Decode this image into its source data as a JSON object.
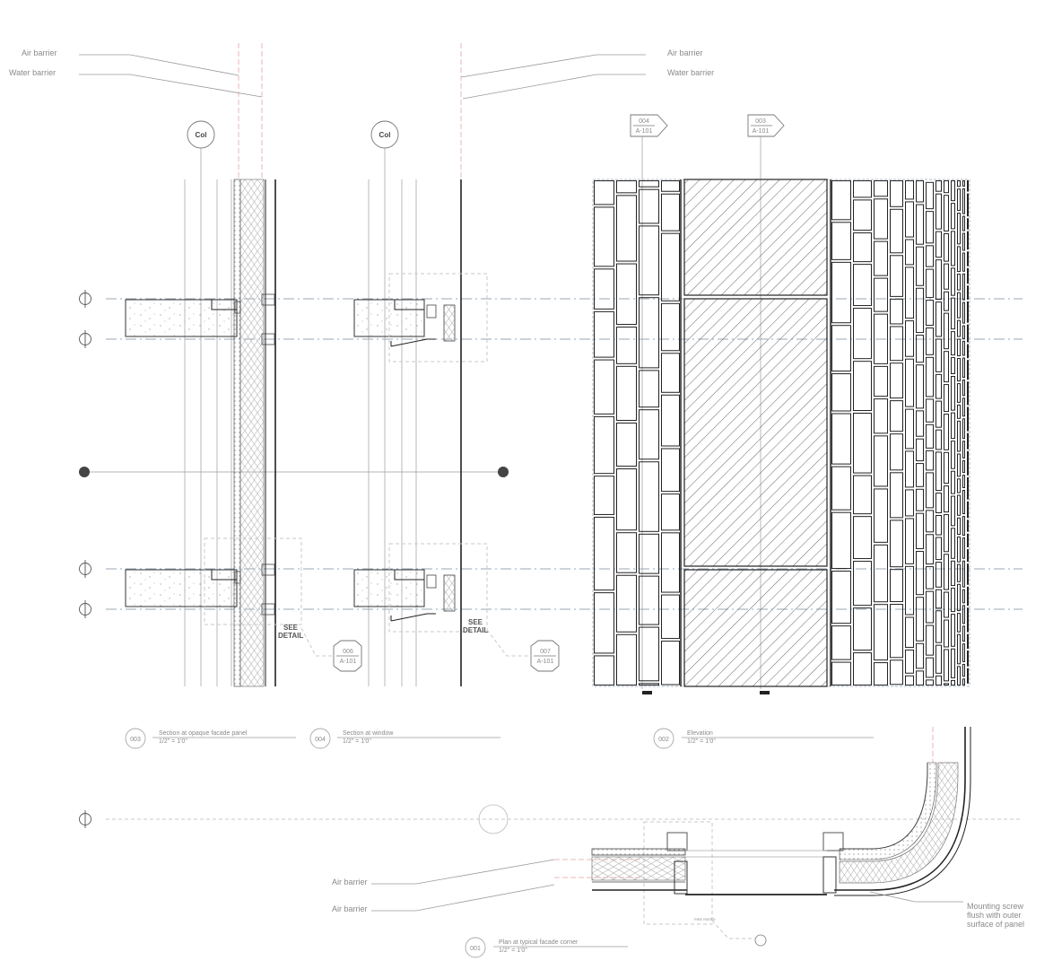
{
  "annotations": {
    "air_barrier": "Air barrier",
    "water_barrier": "Water barrier",
    "see_detail_line1": "SEE",
    "see_detail_line2": "DETAIL",
    "mounting_line1": "Mounting screw",
    "mounting_line2": "flush with outer",
    "mounting_line3": "surface of panel",
    "plan_small_note": "FIRE RATED"
  },
  "column_tags": [
    {
      "id": "col-1",
      "label": "Col"
    },
    {
      "id": "col-2",
      "label": "Col"
    }
  ],
  "section_refs": [
    {
      "id": "ref-004",
      "number": "004",
      "sheet": "A-101"
    },
    {
      "id": "ref-003",
      "number": "003",
      "sheet": "A-101"
    },
    {
      "id": "ref-006",
      "number": "006",
      "sheet": "A-101"
    },
    {
      "id": "ref-007",
      "number": "007",
      "sheet": "A-101"
    }
  ],
  "views": [
    {
      "id": "view-003",
      "number": "003",
      "title": "Section at opaque facade panel",
      "scale": "1/2\" = 1'0\""
    },
    {
      "id": "view-004",
      "number": "004",
      "title": "Section at window",
      "scale": "1/2\" = 1'0\""
    },
    {
      "id": "view-002",
      "number": "002",
      "title": "Elevation",
      "scale": "1/2\" = 1'0\""
    },
    {
      "id": "view-001",
      "number": "001",
      "title": "Plan at typical facade corner",
      "scale": "1/2\" = 1'0\""
    }
  ],
  "colors": {
    "line_dark": "#222222",
    "line_grey": "#9c9c9c",
    "gridline": "#9aa7b5",
    "barrier_red": "#e8a4a4",
    "text_grey": "#8a8a8a"
  }
}
